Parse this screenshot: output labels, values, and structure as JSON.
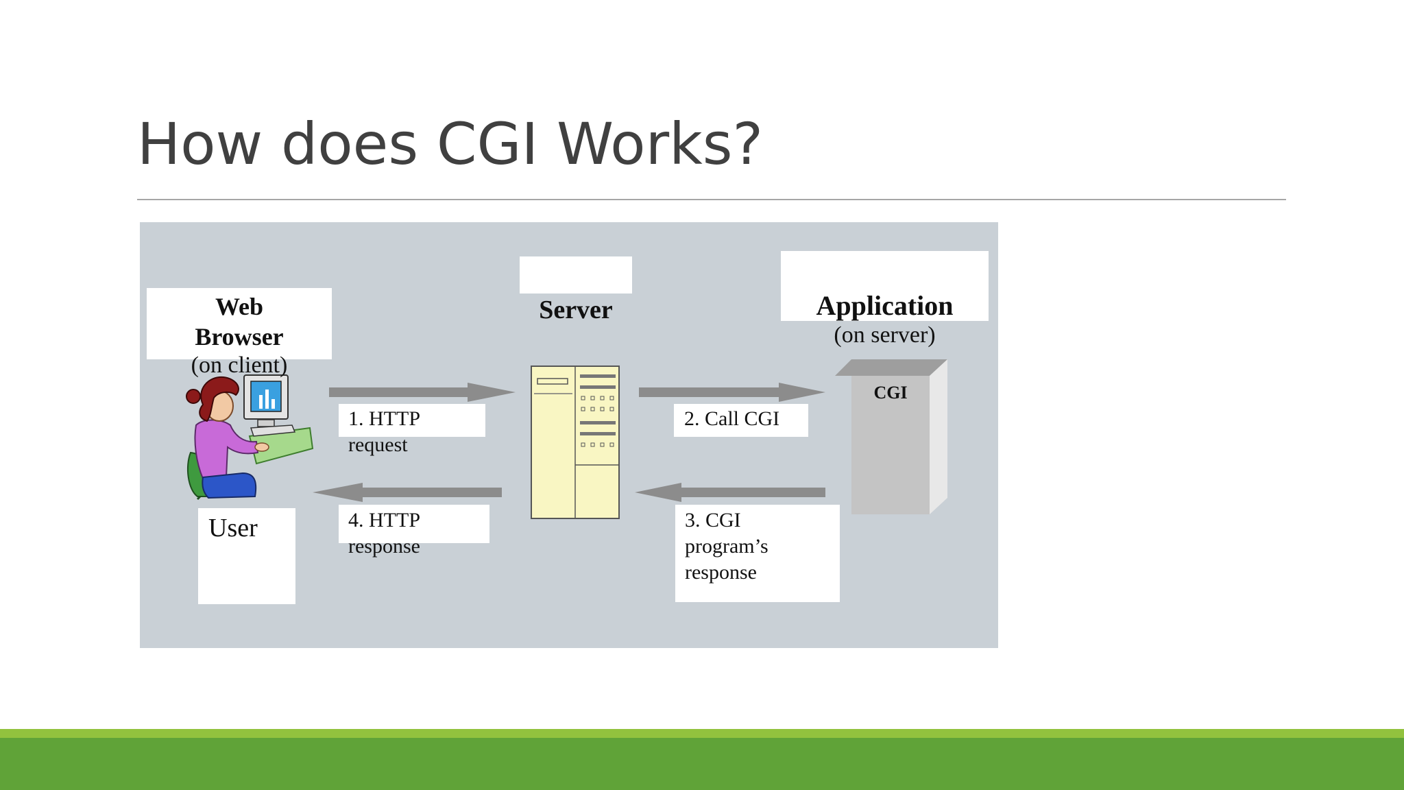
{
  "slide": {
    "title": "How does CGI Works?"
  },
  "diagram": {
    "browser": {
      "line1": "Web",
      "line2": "Browser",
      "sub": "(on client)"
    },
    "user": "User",
    "server": "Server",
    "application": {
      "title": "Application",
      "sub": "(on server)"
    },
    "cgi": "CGI",
    "step1": {
      "line1": "1. HTTP",
      "line2": "request"
    },
    "step2": "2. Call CGI",
    "step3": {
      "line1": "3. CGI",
      "line2": "program’s",
      "line3": "response"
    },
    "step4": {
      "line1": "4. HTTP",
      "line2": "response"
    }
  },
  "colors": {
    "arrow": "#8c8c8c",
    "diagram_bg": "#c9d0d6",
    "server_fill": "#f9f6c3",
    "footer_light": "#92c23e",
    "footer_dark": "#60a338"
  }
}
